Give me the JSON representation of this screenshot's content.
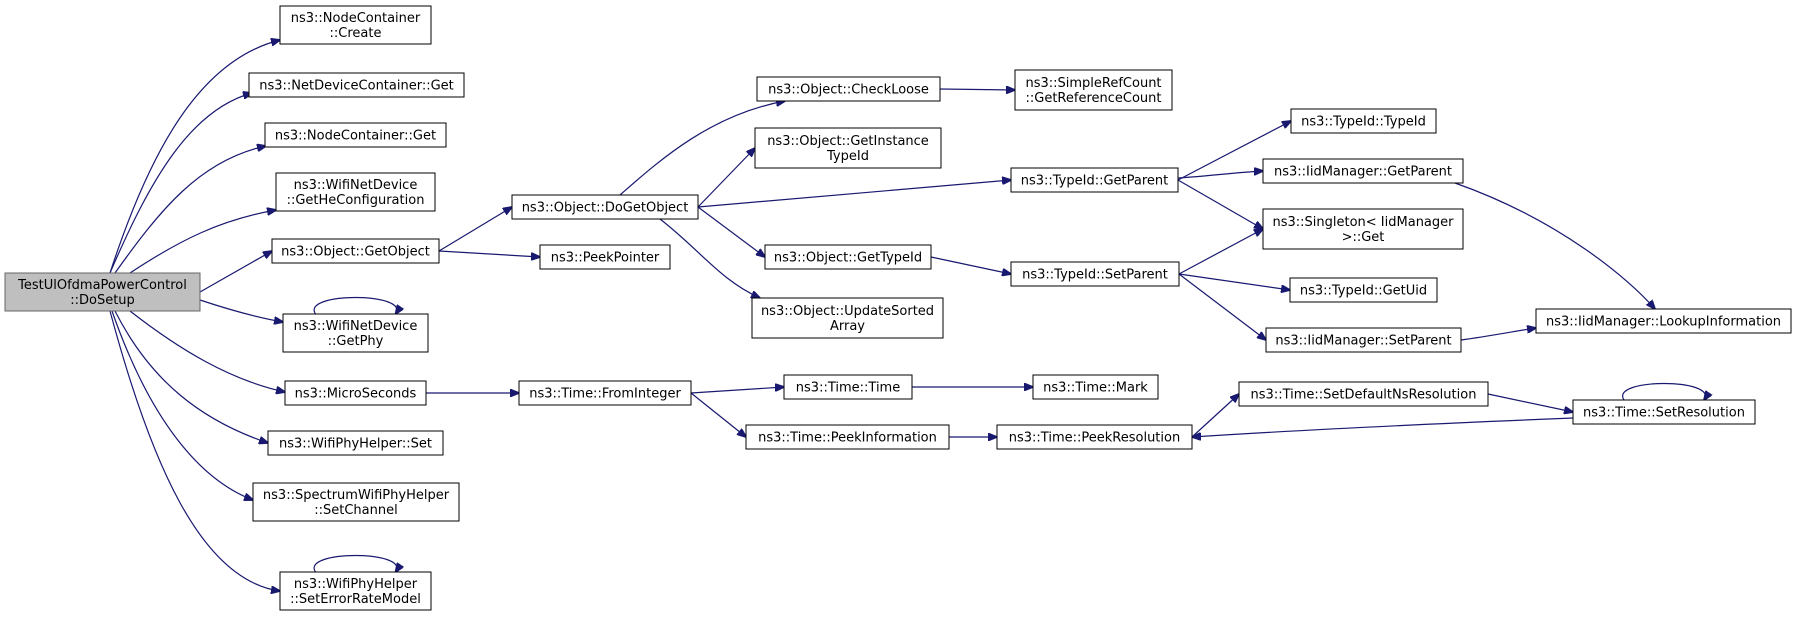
{
  "diagram": {
    "type": "call-graph",
    "edge_color": "#191970",
    "root_fill": "#bfbfbf",
    "nodes": [
      {
        "id": "root",
        "lines": [
          "TestUlOfdmaPowerControl",
          "::DoSetup"
        ]
      },
      {
        "id": "nc_create",
        "lines": [
          "ns3::NodeContainer",
          "::Create"
        ]
      },
      {
        "id": "ndc_get",
        "lines": [
          "ns3::NetDeviceContainer::Get"
        ]
      },
      {
        "id": "nc_get",
        "lines": [
          "ns3::NodeContainer::Get"
        ]
      },
      {
        "id": "wnd_gethe",
        "lines": [
          "ns3::WifiNetDevice",
          "::GetHeConfiguration"
        ]
      },
      {
        "id": "obj_getobject",
        "lines": [
          "ns3::Object::GetObject"
        ]
      },
      {
        "id": "wnd_getphy",
        "lines": [
          "ns3::WifiNetDevice",
          "::GetPhy"
        ]
      },
      {
        "id": "microseconds",
        "lines": [
          "ns3::MicroSeconds"
        ]
      },
      {
        "id": "wph_set",
        "lines": [
          "ns3::WifiPhyHelper::Set"
        ]
      },
      {
        "id": "swph_setchannel",
        "lines": [
          "ns3::SpectrumWifiPhyHelper",
          "::SetChannel"
        ]
      },
      {
        "id": "wph_seterm",
        "lines": [
          "ns3::WifiPhyHelper",
          "::SetErrorRateModel"
        ]
      },
      {
        "id": "obj_dogetobject",
        "lines": [
          "ns3::Object::DoGetObject"
        ]
      },
      {
        "id": "peekpointer",
        "lines": [
          "ns3::PeekPointer"
        ]
      },
      {
        "id": "time_frominteger",
        "lines": [
          "ns3::Time::FromInteger"
        ]
      },
      {
        "id": "obj_checkloose",
        "lines": [
          "ns3::Object::CheckLoose"
        ]
      },
      {
        "id": "obj_getinstancetypeid",
        "lines": [
          "ns3::Object::GetInstance",
          "TypeId"
        ]
      },
      {
        "id": "obj_gettypeid",
        "lines": [
          "ns3::Object::GetTypeId"
        ]
      },
      {
        "id": "obj_updatesortedarray",
        "lines": [
          "ns3::Object::UpdateSorted",
          "Array"
        ]
      },
      {
        "id": "time_time",
        "lines": [
          "ns3::Time::Time"
        ]
      },
      {
        "id": "time_peekinformation",
        "lines": [
          "ns3::Time::PeekInformation"
        ]
      },
      {
        "id": "srcount_getref",
        "lines": [
          "ns3::SimpleRefCount",
          "::GetReferenceCount"
        ]
      },
      {
        "id": "typeid_getparent",
        "lines": [
          "ns3::TypeId::GetParent"
        ]
      },
      {
        "id": "typeid_setparent",
        "lines": [
          "ns3::TypeId::SetParent"
        ]
      },
      {
        "id": "time_mark",
        "lines": [
          "ns3::Time::Mark"
        ]
      },
      {
        "id": "time_peekresolution",
        "lines": [
          "ns3::Time::PeekResolution"
        ]
      },
      {
        "id": "typeid_typeid",
        "lines": [
          "ns3::TypeId::TypeId"
        ]
      },
      {
        "id": "iid_getparent",
        "lines": [
          "ns3::IidManager::GetParent"
        ]
      },
      {
        "id": "singleton_get",
        "lines": [
          "ns3::Singleton< IidManager",
          ">::Get"
        ]
      },
      {
        "id": "typeid_getuid",
        "lines": [
          "ns3::TypeId::GetUid"
        ]
      },
      {
        "id": "iid_setparent",
        "lines": [
          "ns3::IidManager::SetParent"
        ]
      },
      {
        "id": "time_setdefaultns",
        "lines": [
          "ns3::Time::SetDefaultNsResolution"
        ]
      },
      {
        "id": "iid_lookup",
        "lines": [
          "ns3::IidManager::LookupInformation"
        ]
      },
      {
        "id": "time_setresolution",
        "lines": [
          "ns3::Time::SetResolution"
        ]
      }
    ],
    "edges": [
      {
        "from": "root",
        "to": "nc_create"
      },
      {
        "from": "root",
        "to": "ndc_get"
      },
      {
        "from": "root",
        "to": "nc_get"
      },
      {
        "from": "root",
        "to": "wnd_gethe"
      },
      {
        "from": "root",
        "to": "obj_getobject"
      },
      {
        "from": "root",
        "to": "wnd_getphy"
      },
      {
        "from": "root",
        "to": "microseconds"
      },
      {
        "from": "root",
        "to": "wph_set"
      },
      {
        "from": "root",
        "to": "swph_setchannel"
      },
      {
        "from": "root",
        "to": "wph_seterm"
      },
      {
        "from": "obj_getobject",
        "to": "obj_dogetobject"
      },
      {
        "from": "obj_getobject",
        "to": "peekpointer"
      },
      {
        "from": "wnd_getphy",
        "to": "wnd_getphy"
      },
      {
        "from": "microseconds",
        "to": "time_frominteger"
      },
      {
        "from": "wph_seterm",
        "to": "wph_seterm"
      },
      {
        "from": "obj_dogetobject",
        "to": "obj_checkloose"
      },
      {
        "from": "obj_dogetobject",
        "to": "obj_getinstancetypeid"
      },
      {
        "from": "obj_dogetobject",
        "to": "typeid_getparent"
      },
      {
        "from": "obj_dogetobject",
        "to": "obj_gettypeid"
      },
      {
        "from": "obj_dogetobject",
        "to": "obj_updatesortedarray"
      },
      {
        "from": "time_frominteger",
        "to": "time_time"
      },
      {
        "from": "time_frominteger",
        "to": "time_peekinformation"
      },
      {
        "from": "obj_checkloose",
        "to": "srcount_getref"
      },
      {
        "from": "obj_gettypeid",
        "to": "typeid_setparent"
      },
      {
        "from": "time_time",
        "to": "time_mark"
      },
      {
        "from": "time_peekinformation",
        "to": "time_peekresolution"
      },
      {
        "from": "typeid_getparent",
        "to": "typeid_typeid"
      },
      {
        "from": "typeid_getparent",
        "to": "iid_getparent"
      },
      {
        "from": "typeid_getparent",
        "to": "singleton_get"
      },
      {
        "from": "typeid_setparent",
        "to": "singleton_get"
      },
      {
        "from": "typeid_setparent",
        "to": "typeid_getuid"
      },
      {
        "from": "typeid_setparent",
        "to": "iid_setparent"
      },
      {
        "from": "time_peekresolution",
        "to": "time_setdefaultns"
      },
      {
        "from": "iid_getparent",
        "to": "iid_lookup"
      },
      {
        "from": "iid_setparent",
        "to": "iid_lookup"
      },
      {
        "from": "time_setdefaultns",
        "to": "time_setresolution"
      },
      {
        "from": "time_setresolution",
        "to": "time_peekresolution"
      },
      {
        "from": "time_setresolution",
        "to": "time_setresolution"
      }
    ]
  }
}
